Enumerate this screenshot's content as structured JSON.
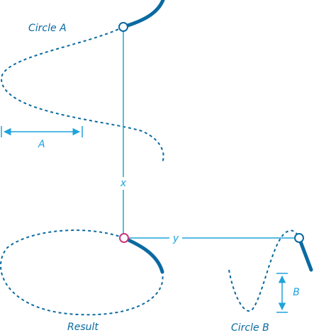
{
  "colors": {
    "curve": "#0a6aa1",
    "guide": "#1fa3dc",
    "marker_result": "#c8387a",
    "background": "#ffffff"
  },
  "labels": {
    "circle_a": "Circle A",
    "circle_b": "Circle B",
    "result": "Result",
    "amplitude_a": "A",
    "amplitude_b": "B",
    "x": "x",
    "y": "y"
  }
}
